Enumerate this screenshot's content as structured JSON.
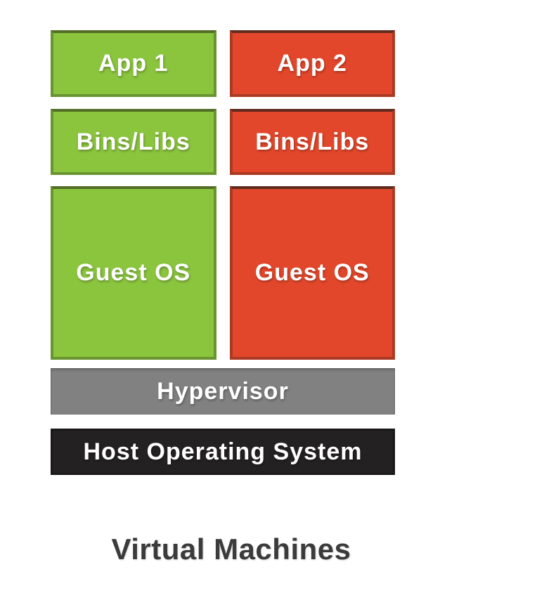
{
  "title": {
    "text": "Virtual Machines"
  },
  "stack": {
    "vm_columns": [
      {
        "id": "vm1",
        "theme": "green",
        "blocks": [
          {
            "id": "app",
            "label": "App 1"
          },
          {
            "id": "bins-libs",
            "label": "Bins/Libs"
          },
          {
            "id": "guest-os",
            "label": "Guest OS"
          }
        ]
      },
      {
        "id": "vm2",
        "theme": "red",
        "blocks": [
          {
            "id": "app",
            "label": "App 2"
          },
          {
            "id": "bins-libs",
            "label": "Bins/Libs"
          },
          {
            "id": "guest-os",
            "label": "Guest OS"
          }
        ]
      }
    ],
    "shared_layers": [
      {
        "id": "hypervisor",
        "label": "Hypervisor",
        "theme": "gray"
      },
      {
        "id": "host-os",
        "label": "Host Operating System",
        "theme": "dark"
      }
    ]
  },
  "colors": {
    "background": "#ffffff",
    "green_fill": "#8bc53e",
    "green_border": "#699430",
    "green_border_top": "#526e26",
    "red_fill": "#e3472b",
    "red_border": "#ab3a24",
    "red_border_top": "#5f2b1e",
    "gray_fill": "#818181",
    "dark_fill": "#242122",
    "dark_border": "#1a1719",
    "label_color": "#ffffff",
    "title_color": "#3b3b3b"
  }
}
